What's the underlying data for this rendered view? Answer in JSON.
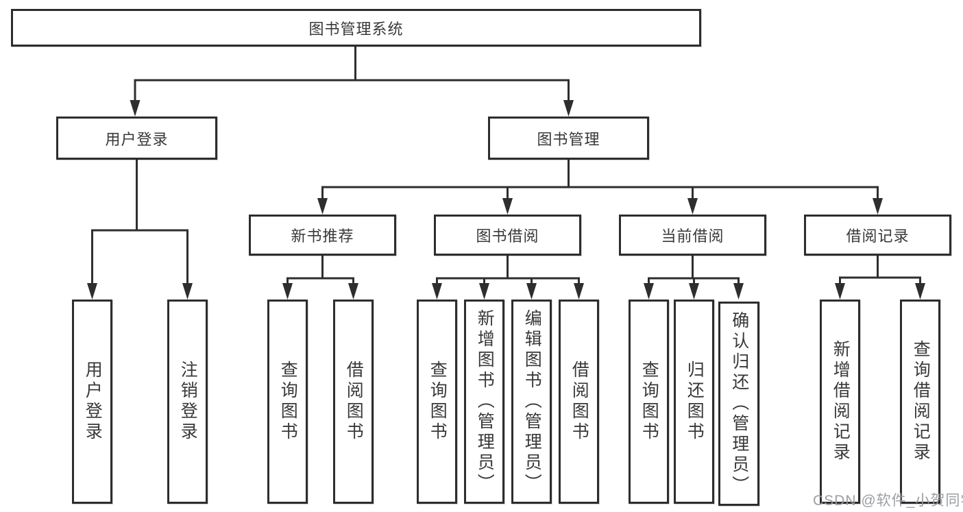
{
  "nodes": {
    "root": "图书管理系统",
    "user_login_branch": "用户登录",
    "book_mgmt_branch": "图书管理",
    "user_leaves": [
      "用户登录",
      "注销登录"
    ],
    "modules": [
      "新书推荐",
      "图书借阅",
      "当前借阅",
      "借阅记录"
    ],
    "new_book_leaves": [
      "查询图书",
      "借阅图书"
    ],
    "borrow_leaves": [
      "查询图书",
      "新增图书（管理员）",
      "编辑图书（管理员）",
      "借阅图书"
    ],
    "current_leaves": [
      "查询图书",
      "归还图书",
      "确认归还（管理员）"
    ],
    "record_leaves": [
      "新增借阅记录",
      "查询借阅记录"
    ]
  },
  "watermark": "CSDN @软件_小贺同学",
  "colors": {
    "line": "#2e2e2e",
    "text": "#383838",
    "background": "#ffffff",
    "watermark": "#96999e"
  }
}
